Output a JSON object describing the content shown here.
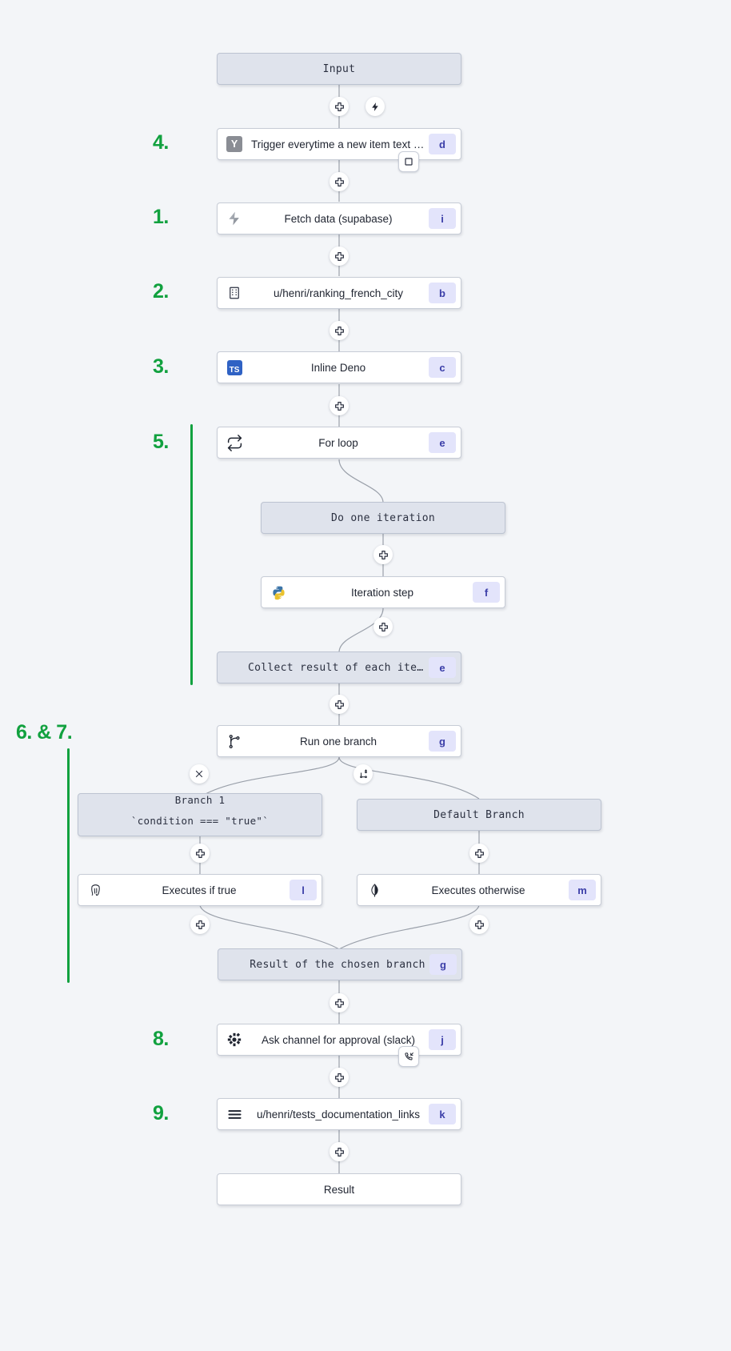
{
  "canvas": {
    "background": "#f3f5f8",
    "accent_green": "#11a13f",
    "badge_bg": "#e3e4fb",
    "badge_fg": "#3b3ea8",
    "virtual_node_bg": "#dfe3ec",
    "module_node_bg": "#ffffff",
    "edge_color": "#9aa0aa"
  },
  "step_numbers": [
    {
      "id": "step-4",
      "label": "4."
    },
    {
      "id": "step-1",
      "label": "1."
    },
    {
      "id": "step-2",
      "label": "2."
    },
    {
      "id": "step-3",
      "label": "3."
    },
    {
      "id": "step-5",
      "label": "5."
    },
    {
      "id": "step-6-7",
      "label": "6. & 7."
    },
    {
      "id": "step-8",
      "label": "8."
    },
    {
      "id": "step-9",
      "label": "9."
    }
  ],
  "nodes": {
    "input": {
      "label": "Input",
      "icon": "none",
      "badge": ""
    },
    "trigger": {
      "label": "Trigger everytime a new item text o…",
      "icon": "yaml-y-icon",
      "badge": "d"
    },
    "fetch_data": {
      "label": "Fetch data (supabase)",
      "icon": "supabase-icon",
      "badge": "i"
    },
    "ranking_script": {
      "label": "u/henri/ranking_french_city",
      "icon": "building-icon",
      "badge": "b"
    },
    "inline_deno": {
      "label": "Inline Deno",
      "icon": "typescript-icon",
      "badge": "c"
    },
    "for_loop": {
      "label": "For loop",
      "icon": "loop-icon",
      "badge": "e"
    },
    "do_one_iteration": {
      "label": "Do one iteration",
      "icon": "none",
      "badge": ""
    },
    "iteration_step": {
      "label": "Iteration step",
      "icon": "python-icon",
      "badge": "f"
    },
    "collect_result": {
      "label": "Collect result of each iteration",
      "icon": "none",
      "badge": "e"
    },
    "run_one_branch": {
      "label": "Run one branch",
      "icon": "branch-icon",
      "badge": "g"
    },
    "branch_1": {
      "label_line1": "Branch 1",
      "label_line2": "`condition === \"true\"`",
      "icon": "none",
      "badge": ""
    },
    "default_branch": {
      "label": "Default Branch",
      "icon": "none",
      "badge": ""
    },
    "executes_if_true": {
      "label": "Executes if true",
      "icon": "postgres-icon",
      "badge": "l"
    },
    "executes_otherwise": {
      "label": "Executes otherwise",
      "icon": "mongodb-icon",
      "badge": "m"
    },
    "result_of_chosen_branch": {
      "label": "Result of the chosen branch",
      "icon": "none",
      "badge": "g"
    },
    "ask_channel": {
      "label": "Ask channel for approval (slack)",
      "icon": "slack-icon",
      "badge": "j"
    },
    "tests_documentation": {
      "label": "u/henri/tests_documentation_links",
      "icon": "hamburger-icon",
      "badge": "k"
    },
    "result": {
      "label": "Result",
      "icon": "none",
      "badge": ""
    }
  },
  "edge_buttons": [
    {
      "id": "add-step-input-trigger",
      "icon": "plus-icon"
    },
    {
      "id": "lightning-trigger",
      "icon": "lightning-icon"
    },
    {
      "id": "trigger-checkbox",
      "icon": "square-icon"
    },
    {
      "id": "add-step-trigger-fetch",
      "icon": "plus-icon"
    },
    {
      "id": "add-step-fetch-ranking",
      "icon": "plus-icon"
    },
    {
      "id": "add-step-ranking-deno",
      "icon": "plus-icon"
    },
    {
      "id": "add-step-deno-forloop",
      "icon": "plus-icon"
    },
    {
      "id": "add-step-iteration",
      "icon": "plus-icon"
    },
    {
      "id": "add-step-after-iteration",
      "icon": "plus-icon"
    },
    {
      "id": "add-step-collect-branch",
      "icon": "plus-icon"
    },
    {
      "id": "remove-branch",
      "icon": "close-icon"
    },
    {
      "id": "add-branch",
      "icon": "add-branch-icon"
    },
    {
      "id": "add-step-branch1",
      "icon": "plus-icon"
    },
    {
      "id": "add-step-default-branch",
      "icon": "plus-icon"
    },
    {
      "id": "add-step-after-true",
      "icon": "plus-icon"
    },
    {
      "id": "add-step-after-otherwise",
      "icon": "plus-icon"
    },
    {
      "id": "add-step-result-slack",
      "icon": "plus-icon"
    },
    {
      "id": "slack-approval-callback",
      "icon": "phone-incoming-icon"
    },
    {
      "id": "add-step-slack-docs",
      "icon": "plus-icon"
    },
    {
      "id": "add-step-docs-result",
      "icon": "plus-icon"
    }
  ]
}
